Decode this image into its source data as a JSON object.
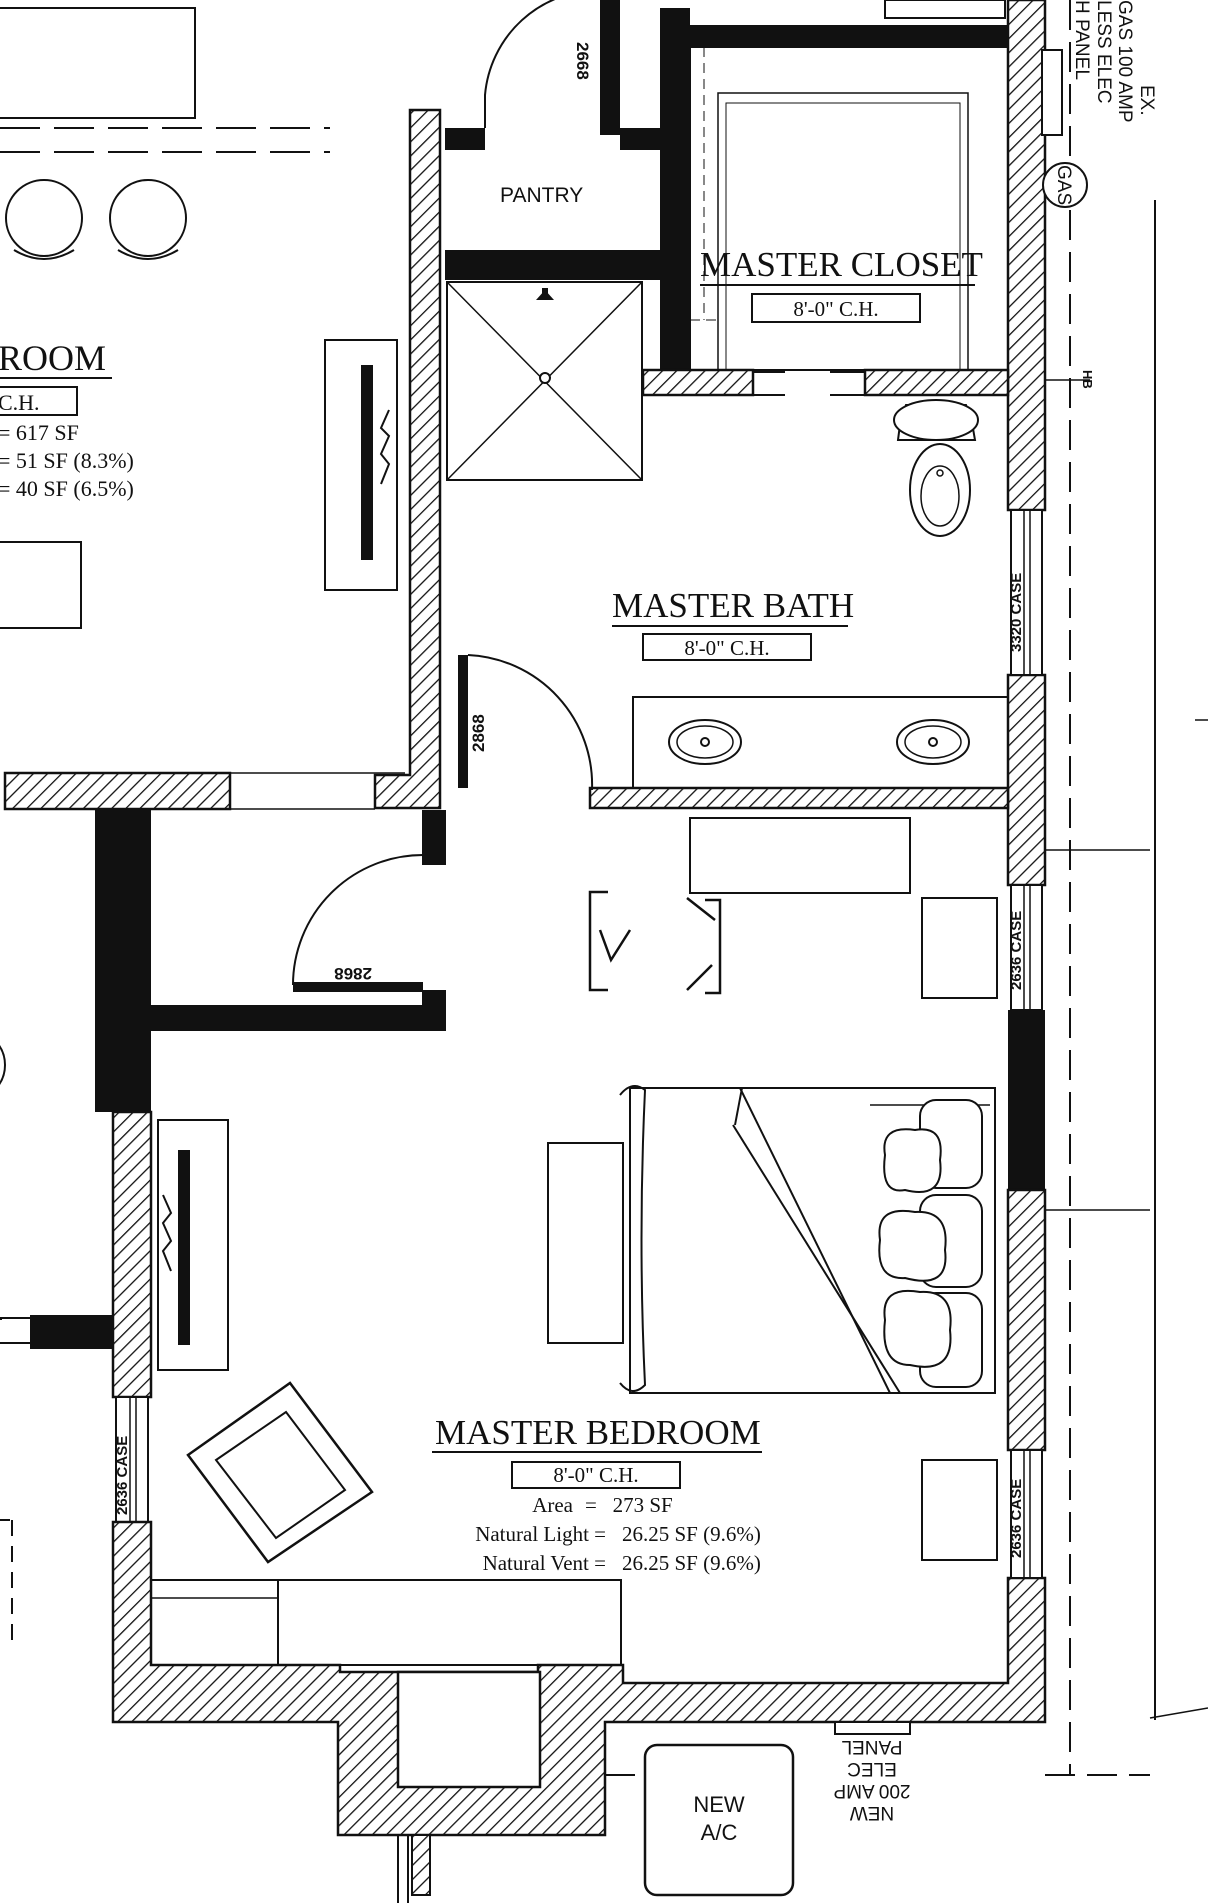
{
  "rooms": {
    "partial_room": {
      "name": "ROOM",
      "ceiling": "C.H.",
      "area": "= 617 SF",
      "light": "= 51 SF (8.3%)",
      "vent": "= 40 SF (6.5%)"
    },
    "pantry": {
      "name": "PANTRY"
    },
    "master_closet": {
      "name": "MASTER CLOSET",
      "ceiling": "8'-0\" C.H."
    },
    "master_bath": {
      "name": "MASTER BATH",
      "ceiling": "8'-0\" C.H."
    },
    "master_bedroom": {
      "name": "MASTER BEDROOM",
      "ceiling": "8'-0\" C.H.",
      "area_label": "Area",
      "area_value": "=   273 SF",
      "light_label": "Natural Light =",
      "light_value": "26.25 SF (9.6%)",
      "vent_label": "Natural Vent =",
      "vent_value": "26.25 SF (9.6%)"
    }
  },
  "doors": {
    "pantry": "2668",
    "bath": "2868",
    "bedroom": "2868"
  },
  "windows": {
    "bath": "3320 CASE",
    "right_upper": "2636 CASE",
    "right_lower": "2636 CASE",
    "left": "2636 CASE"
  },
  "equipment": {
    "hb": "HB",
    "gas": "GAS",
    "existing_panel": {
      "line1": "EX.",
      "line2": "GAS 100 AMP",
      "line3": "LESS  ELEC",
      "line4": "H   PANEL"
    },
    "new_panel": {
      "line1": "NEW",
      "line2": "200 AMP",
      "line3": "ELEC",
      "line4": "PANEL"
    },
    "ac": {
      "line1": "NEW",
      "line2": "A/C"
    }
  },
  "colors": {
    "ink": "#111111",
    "paper": "#ffffff"
  }
}
